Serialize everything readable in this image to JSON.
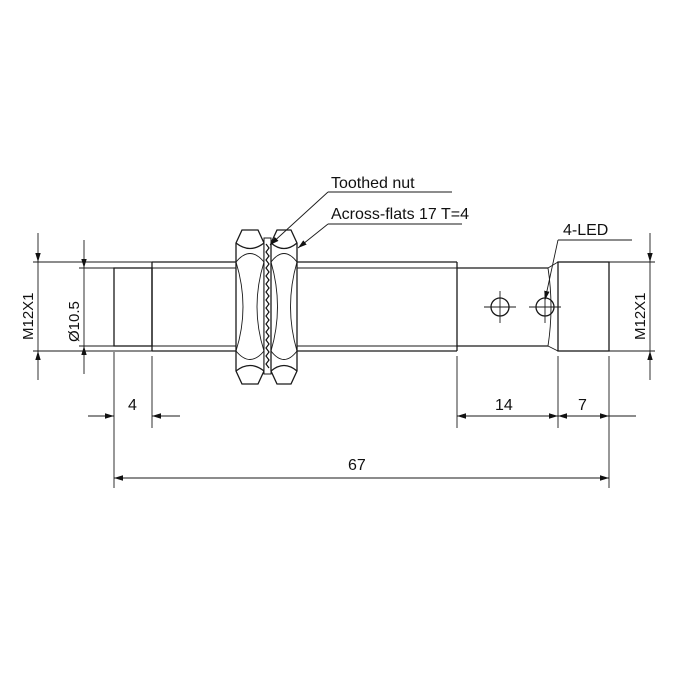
{
  "labels": {
    "toothed_nut": "Toothed nut",
    "across_flats": "Across-flats 17 T=4",
    "led": "4-LED",
    "thread_left": "M12X1",
    "diameter": "Ø10.5",
    "thread_right": "M12X1"
  },
  "dimensions": {
    "front_length": "4",
    "led_spacing": "14",
    "cap_length": "7",
    "total_length": "67"
  }
}
